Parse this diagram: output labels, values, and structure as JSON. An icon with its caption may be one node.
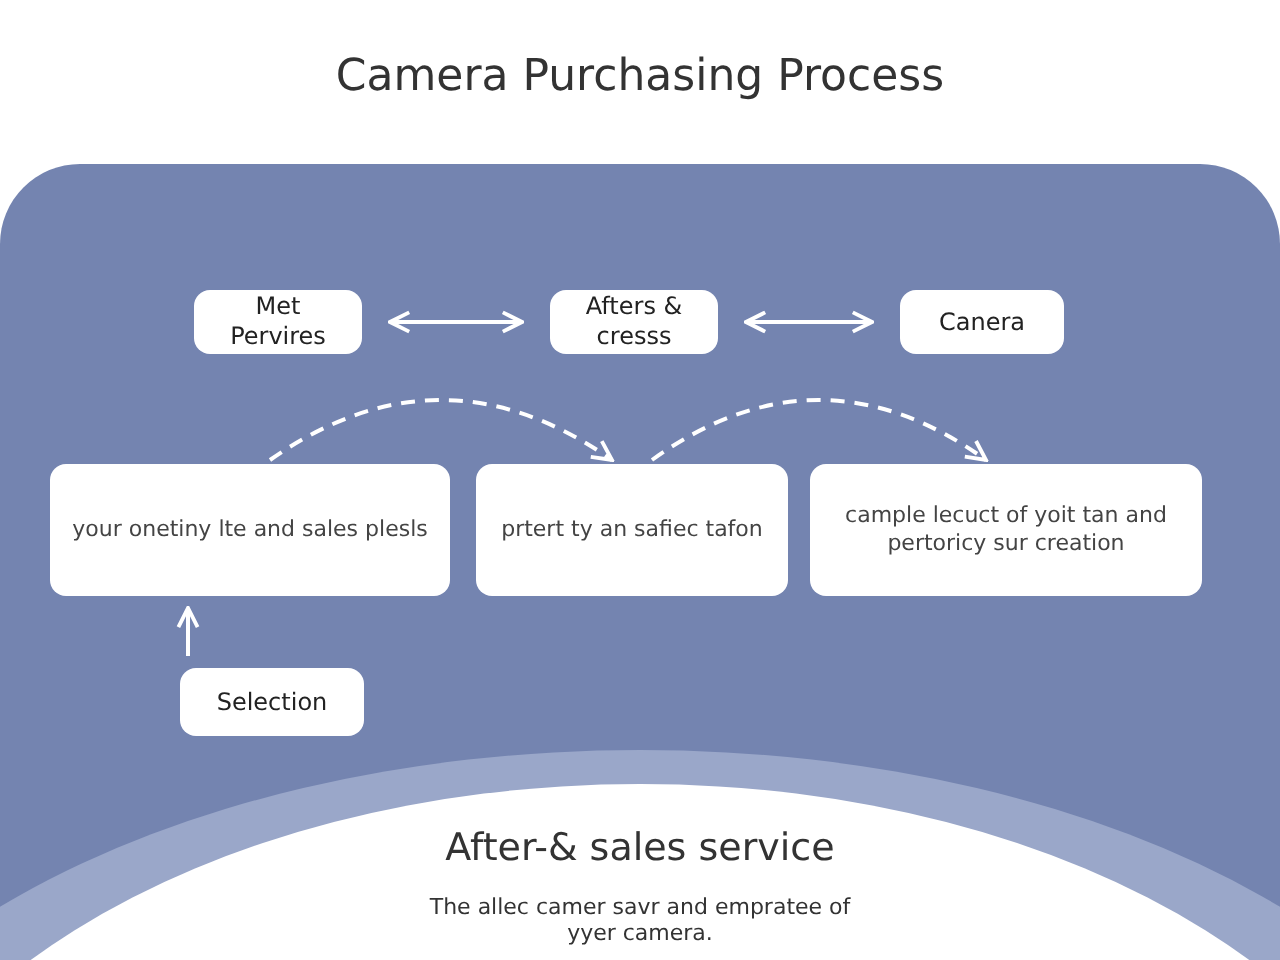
{
  "diagram": {
    "title": "Camera Purchasing Process",
    "nodes": [
      {
        "text": [
          "Met Pervires"
        ]
      },
      {
        "text": [
          "Afters & cresss"
        ]
      },
      {
        "text": [
          "Canera"
        ]
      },
      {
        "text": [
          "your onetiny lte and sales plesls"
        ]
      },
      {
        "text": [
          "prtert ty an safiec tafon"
        ]
      },
      {
        "text": [
          "cample lecuct of yoit tan and pertoricy sur creation"
        ]
      },
      {
        "text": [
          "Selection"
        ]
      },
      {
        "text": [
          "After-& sales service",
          "The allec camer savr and emprateе of yyer camera."
        ]
      }
    ],
    "edges": [
      {
        "from": 0,
        "to": 1,
        "arrow": "both"
      },
      {
        "from": 1,
        "to": 2,
        "arrow": "both"
      },
      {
        "from": 3,
        "to": 4,
        "arrow": "to",
        "style": "dashed"
      },
      {
        "from": 4,
        "to": 5,
        "arrow": "to",
        "style": "dashed"
      },
      {
        "from": 6,
        "to": 3,
        "arrow": "to"
      }
    ]
  }
}
